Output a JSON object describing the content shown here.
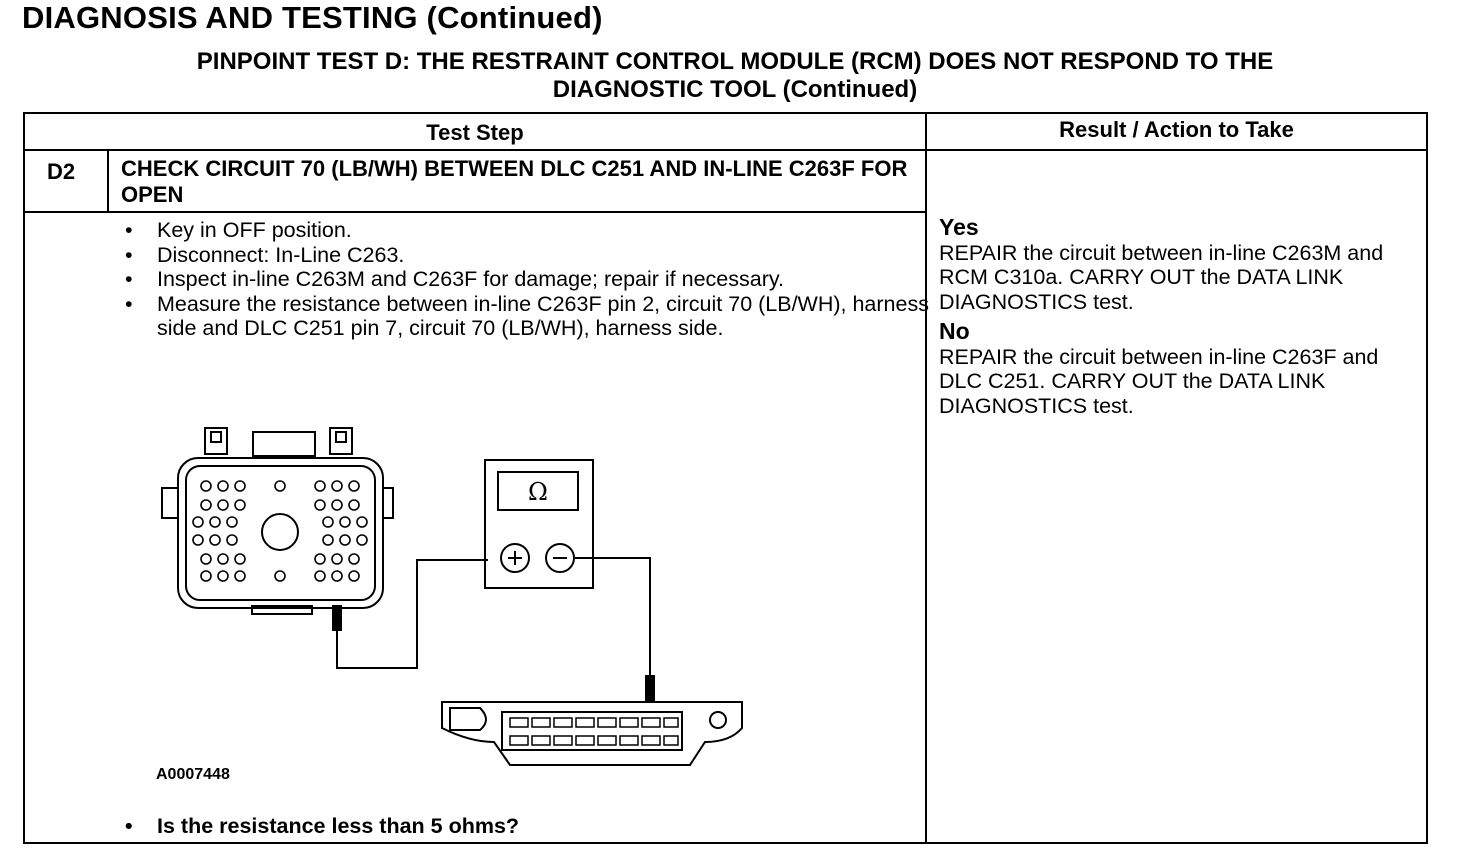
{
  "page_title": "DIAGNOSIS AND TESTING (Continued)",
  "test_title_line1": "PINPOINT TEST D: THE RESTRAINT CONTROL MODULE (RCM) DOES NOT RESPOND TO THE",
  "test_title_line2": "DIAGNOSTIC TOOL (Continued)",
  "table": {
    "header_test_step": "Test Step",
    "header_result": "Result / Action to Take",
    "step_id": "D2",
    "step_title": "CHECK CIRCUIT 70 (LB/WH) BETWEEN DLC C251 AND IN-LINE C263F FOR OPEN",
    "steps": [
      "Key in OFF position.",
      "Disconnect: In-Line C263.",
      "Inspect in-line C263M and C263F for damage; repair if necessary.",
      "Measure the resistance between in-line C263F pin 2, circuit 70 (LB/WH), harness side and DLC C251 pin 7, circuit 70 (LB/WH), harness side."
    ],
    "figure_code": "A0007448",
    "meter_symbol": "Ω",
    "question": "Is the resistance less than 5 ohms?",
    "yes_label": "Yes",
    "yes_text": "REPAIR the circuit between in-line C263M and RCM C310a. CARRY OUT the DATA LINK DIAGNOSTICS test.",
    "no_label": "No",
    "no_text": "REPAIR the circuit between in-line C263F and DLC C251. CARRY OUT the DATA LINK DIAGNOSTICS test."
  }
}
